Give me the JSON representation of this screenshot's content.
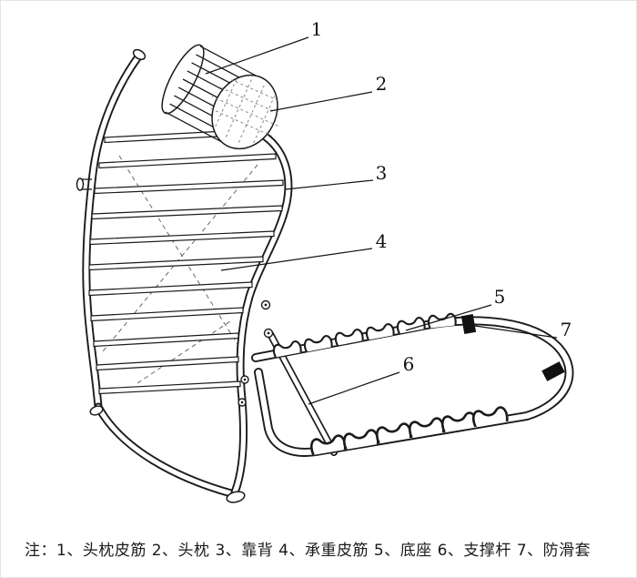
{
  "figure": {
    "type": "patent-line-drawing",
    "background": "#ffffff",
    "line_color": "#1b1b1b",
    "part_labels": [
      "1",
      "2",
      "3",
      "4",
      "5",
      "6",
      "7"
    ],
    "legend": [
      {
        "num": "1",
        "name": "头枕皮筋"
      },
      {
        "num": "2",
        "name": "头枕"
      },
      {
        "num": "3",
        "name": "靠背"
      },
      {
        "num": "4",
        "name": "承重皮筋"
      },
      {
        "num": "5",
        "name": "底座"
      },
      {
        "num": "6",
        "name": "支撑杆"
      },
      {
        "num": "7",
        "name": "防滑套"
      }
    ],
    "caption": "注：1、头枕皮筋  2、头枕  3、靠背  4、承重皮筋  5、底座  6、支撑杆  7、防滑套"
  }
}
